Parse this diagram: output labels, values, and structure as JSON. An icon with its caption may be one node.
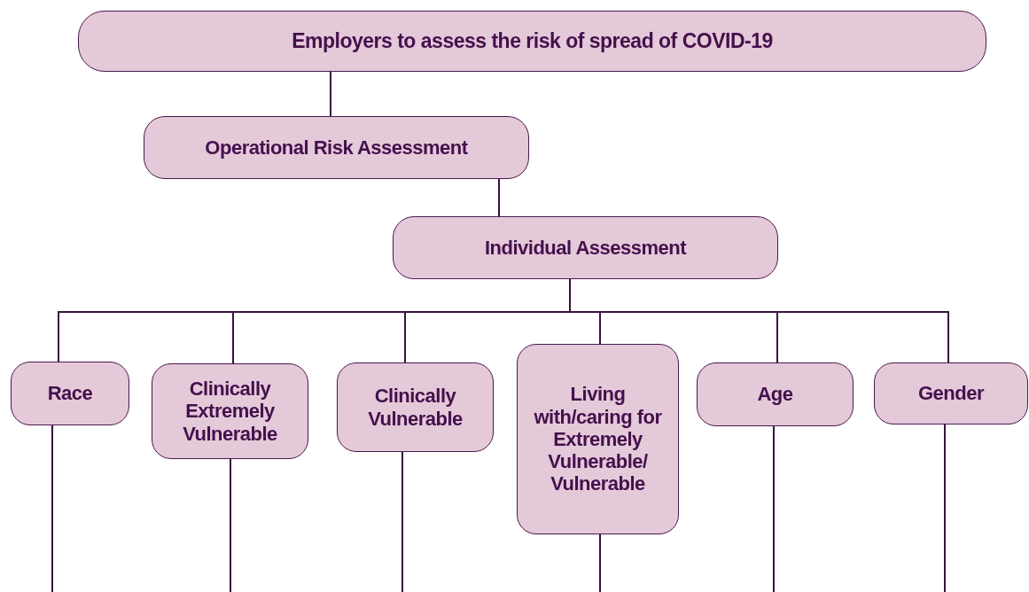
{
  "diagram": {
    "nodes": [
      {
        "text": [
          "Employers to assess the risk of spread of COVID-19"
        ]
      },
      {
        "text": [
          "Operational Risk Assessment"
        ]
      },
      {
        "text": [
          "Individual Assessment"
        ]
      },
      {
        "text": [
          "Race"
        ]
      },
      {
        "text": [
          "Clinically Extremely Vulnerable"
        ]
      },
      {
        "text": [
          "Clinically Vulnerable"
        ]
      },
      {
        "text": [
          "Living with/caring for Extremely Vulnerable/ Vulnerable"
        ]
      },
      {
        "text": [
          "Age"
        ]
      },
      {
        "text": [
          "Gender"
        ]
      }
    ],
    "edges": [
      {
        "from": 0,
        "to": 1,
        "arrow": "none"
      },
      {
        "from": 1,
        "to": 2,
        "arrow": "none"
      },
      {
        "from": 2,
        "to": 3,
        "arrow": "none"
      },
      {
        "from": 2,
        "to": 4,
        "arrow": "none"
      },
      {
        "from": 2,
        "to": 5,
        "arrow": "none"
      },
      {
        "from": 2,
        "to": 6,
        "arrow": "none"
      },
      {
        "from": 2,
        "to": 7,
        "arrow": "none"
      },
      {
        "from": 2,
        "to": 8,
        "arrow": "none"
      },
      {
        "from": 3,
        "to": null,
        "arrow": "none"
      },
      {
        "from": 4,
        "to": null,
        "arrow": "none"
      },
      {
        "from": 5,
        "to": null,
        "arrow": "none"
      },
      {
        "from": 6,
        "to": null,
        "arrow": "none"
      },
      {
        "from": 7,
        "to": null,
        "arrow": "none"
      },
      {
        "from": 8,
        "to": null,
        "arrow": "none"
      }
    ]
  }
}
